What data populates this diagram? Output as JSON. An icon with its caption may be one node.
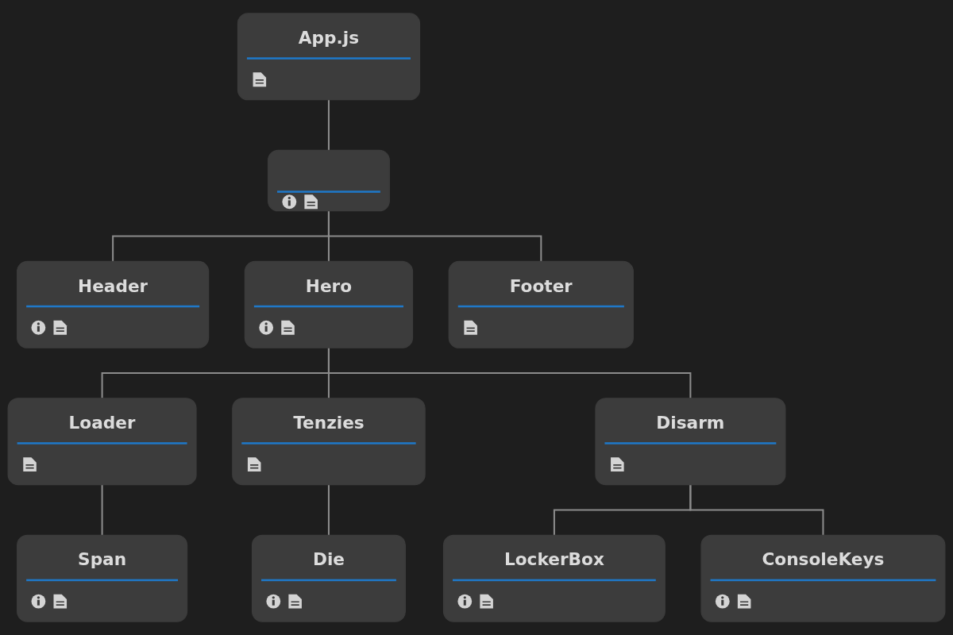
{
  "diagram": {
    "nodes": [
      {
        "text": [
          "App.js"
        ]
      },
      {
        "text": [],
        "shape": "box"
      },
      {
        "text": [
          "Header"
        ]
      },
      {
        "text": [
          "Hero"
        ]
      },
      {
        "text": [
          "Footer"
        ]
      },
      {
        "text": [
          "Loader"
        ]
      },
      {
        "text": [
          "Tenzies"
        ]
      },
      {
        "text": [
          "Disarm"
        ]
      },
      {
        "text": [
          "Span"
        ]
      },
      {
        "text": [
          "Die"
        ]
      },
      {
        "text": [
          "LockerBox"
        ]
      },
      {
        "text": [
          "ConsoleKeys"
        ]
      }
    ],
    "edges": [
      {
        "from": 0,
        "to": 1,
        "arrow": "none"
      },
      {
        "from": 1,
        "to": 2,
        "arrow": "none"
      },
      {
        "from": 1,
        "to": 3,
        "arrow": "none"
      },
      {
        "from": 1,
        "to": 4,
        "arrow": "none"
      },
      {
        "from": 3,
        "to": 5,
        "arrow": "none"
      },
      {
        "from": 3,
        "to": 6,
        "arrow": "none"
      },
      {
        "from": 3,
        "to": 7,
        "arrow": "none"
      },
      {
        "from": 5,
        "to": 8,
        "arrow": "none"
      },
      {
        "from": 6,
        "to": 9,
        "arrow": "none"
      },
      {
        "from": 7,
        "to": 10,
        "arrow": "none"
      },
      {
        "from": 7,
        "to": 11,
        "arrow": "none"
      }
    ]
  }
}
